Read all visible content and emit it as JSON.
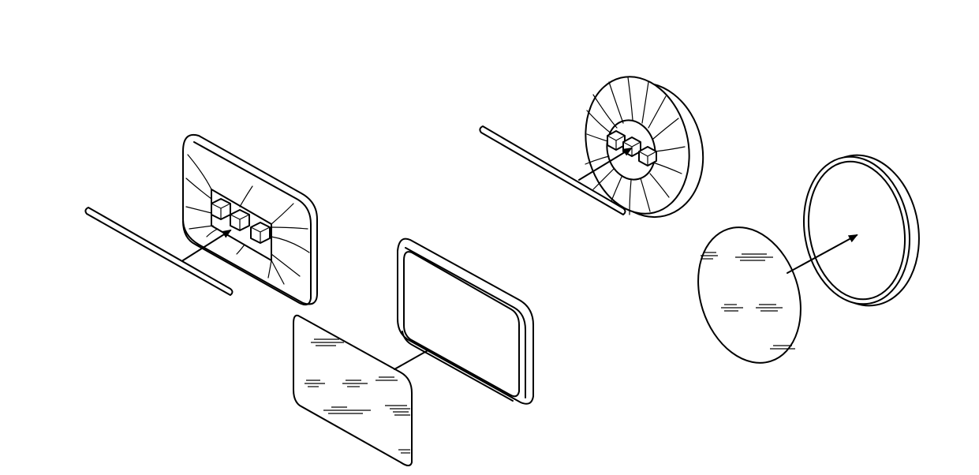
{
  "figure": {
    "background_color": "#ffffff",
    "line_color": "#000000",
    "caption": "",
    "components": [
      {
        "id": "rect-housing",
        "icon": "rectangular-lamp-housing-icon"
      },
      {
        "id": "rect-rod",
        "icon": "rod-icon"
      },
      {
        "id": "rect-lens",
        "icon": "rectangular-lens-icon"
      },
      {
        "id": "rect-frame",
        "icon": "rectangular-frame-icon"
      },
      {
        "id": "round-housing",
        "icon": "round-lamp-housing-icon"
      },
      {
        "id": "round-rod",
        "icon": "rod-icon"
      },
      {
        "id": "round-lens",
        "icon": "round-lens-icon"
      },
      {
        "id": "round-frame",
        "icon": "round-frame-icon"
      }
    ]
  }
}
